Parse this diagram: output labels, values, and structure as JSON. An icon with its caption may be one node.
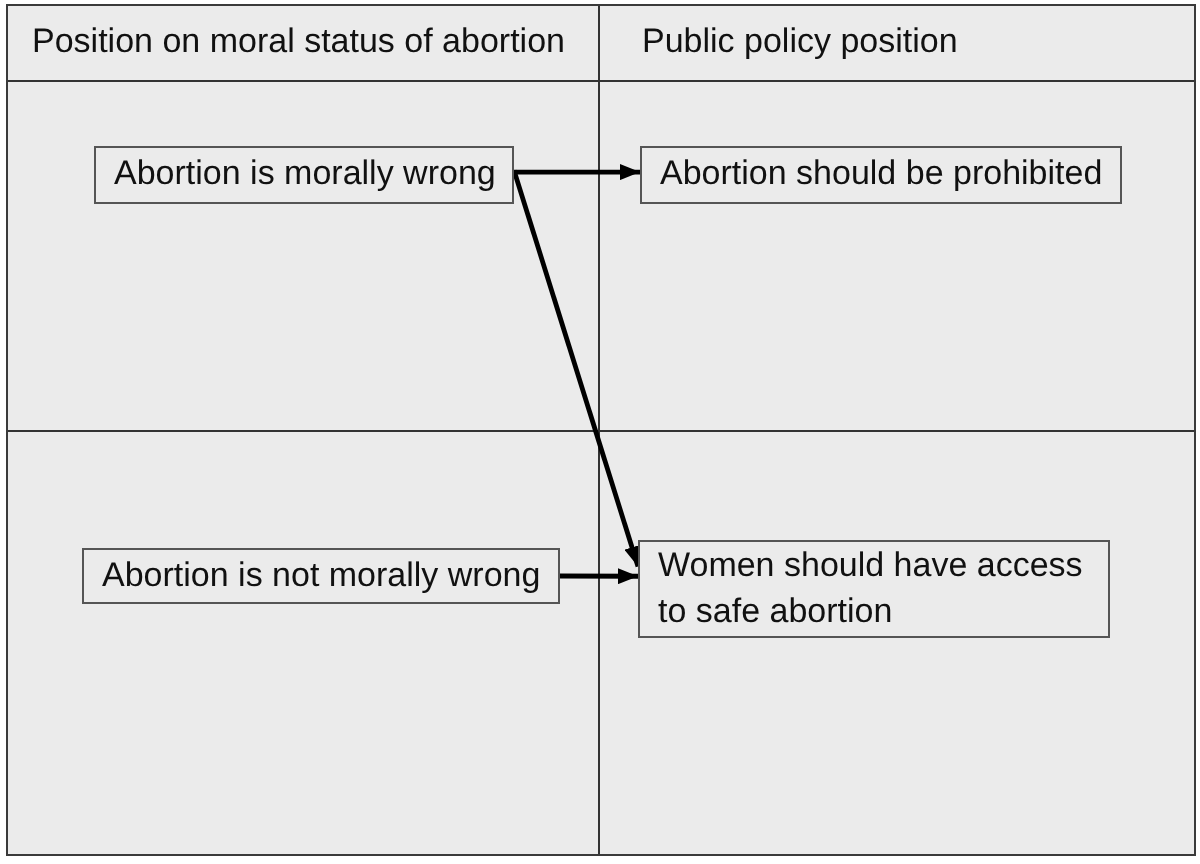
{
  "diagram": {
    "nodes": [
      {
        "text": [
          "Abortion is morally wrong"
        ]
      },
      {
        "text": [
          "Abortion should be prohibited"
        ]
      },
      {
        "text": [
          "Abortion is not morally wrong"
        ]
      },
      {
        "text": [
          "Women should have access to safe abortion"
        ]
      }
    ],
    "edges": [
      {
        "from": 0,
        "to": 1,
        "arrow": "to"
      },
      {
        "from": 0,
        "to": 3,
        "arrow": "to"
      },
      {
        "from": 2,
        "to": 3,
        "arrow": "to"
      }
    ],
    "labels": [
      "Position on moral status of abortion",
      "Public policy position"
    ]
  }
}
